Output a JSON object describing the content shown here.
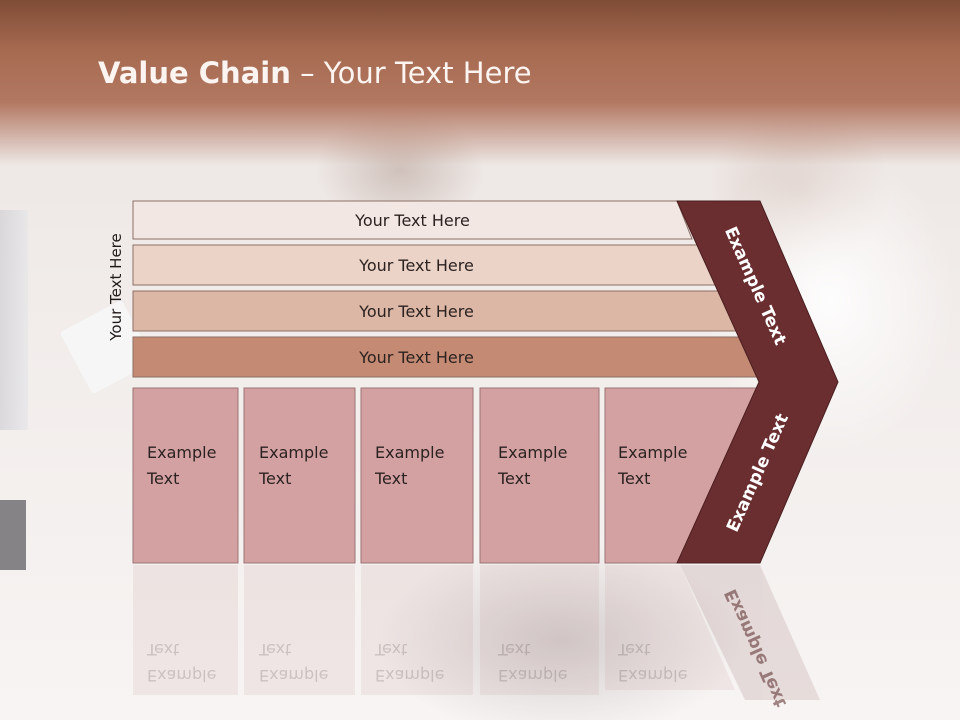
{
  "title": {
    "bold": "Value Chain",
    "rest": " – Your Text Here"
  },
  "side_label": "Your Text Here",
  "bars": [
    {
      "label": "Your Text Here",
      "color": "#f3e7e3"
    },
    {
      "label": "Your Text Here",
      "color": "#ebd3c8"
    },
    {
      "label": "Your Text Here",
      "color": "#dcb7a6"
    },
    {
      "label": "Your Text Here",
      "color": "#c48a73"
    }
  ],
  "cells": [
    {
      "line1": "Example",
      "line2": "Text"
    },
    {
      "line1": "Example",
      "line2": "Text"
    },
    {
      "line1": "Example",
      "line2": "Text"
    },
    {
      "line1": "Example",
      "line2": "Text"
    },
    {
      "line1": "Example",
      "line2": "Text"
    }
  ],
  "arrow": {
    "upper_label": "Example Text",
    "lower_label": "Example Text",
    "color": "#6b2e30"
  },
  "cell_color": "#d4a1a2"
}
